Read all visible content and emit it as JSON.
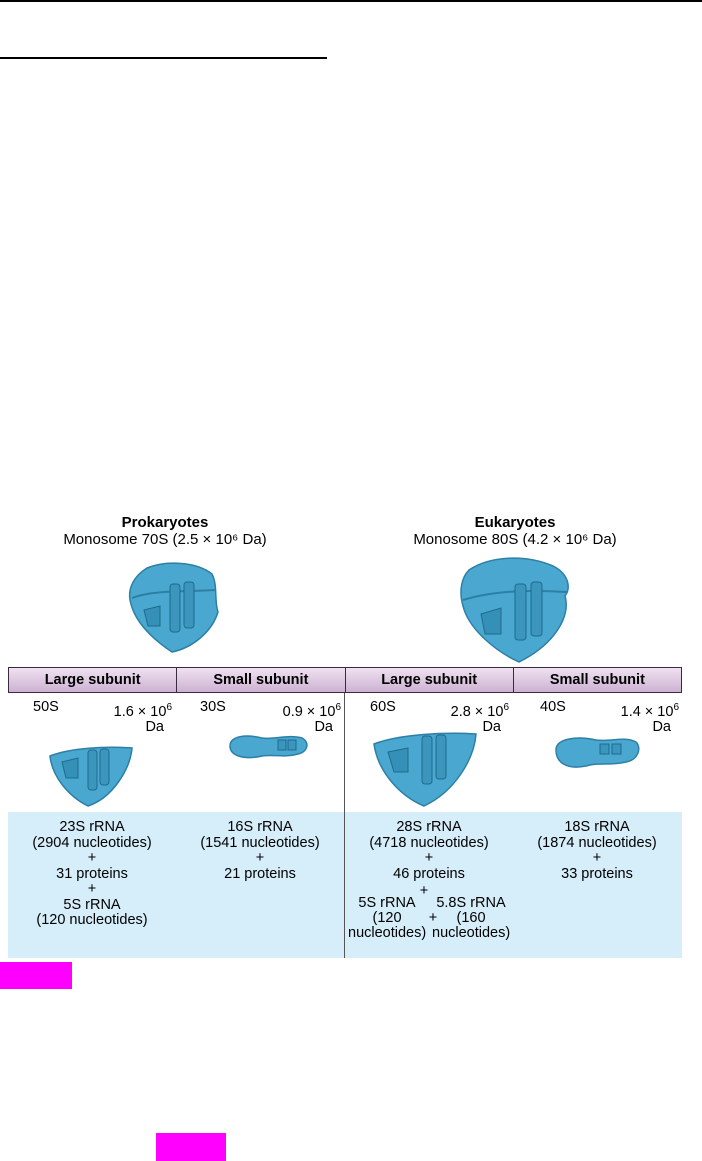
{
  "prokaryotes": {
    "title": "Prokaryotes",
    "subtitle": "Monosome 70S (2.5 × 10⁶ Da)"
  },
  "eukaryotes": {
    "title": "Eukaryotes",
    "subtitle": "Monosome 80S (4.2 × 10⁶ Da)"
  },
  "headers": [
    "Large subunit",
    "Small subunit",
    "Large subunit",
    "Small subunit"
  ],
  "subunits": [
    {
      "s": "50S",
      "mass": "1.6 × 10",
      "exp": "6",
      "unit": "Da"
    },
    {
      "s": "30S",
      "mass": "0.9 × 10",
      "exp": "6",
      "unit": "Da"
    },
    {
      "s": "60S",
      "mass": "2.8 × 10",
      "exp": "6",
      "unit": "Da"
    },
    {
      "s": "40S",
      "mass": "1.4 × 10",
      "exp": "6",
      "unit": "Da"
    }
  ],
  "components": {
    "c1": {
      "l1": "23S rRNA",
      "l2": "(2904 nucleotides)",
      "l3": "+",
      "l4": "31 proteins",
      "l5": "+",
      "l6": "5S rRNA",
      "l7": "(120 nucleotides)"
    },
    "c2": {
      "l1": "16S rRNA",
      "l2": "(1541 nucleotides)",
      "l3": "+",
      "l4": "21 proteins"
    },
    "c3": {
      "l1": "28S rRNA",
      "l2": "(4718 nucleotides)",
      "l3": "+",
      "l4": "46 proteins",
      "plus": "+",
      "a1": "5S rRNA",
      "a2": "(120",
      "a3": "nucleotides)",
      "mid": "+",
      "b1": "5.8S rRNA",
      "b2": "(160",
      "b3": "nucleotides)"
    },
    "c4": {
      "l1": "18S rRNA",
      "l2": "(1874 nucleotides)",
      "l3": "+",
      "l4": "33 proteins"
    }
  },
  "colors": {
    "ribosome": "#4aa8d0",
    "header_bar": "#d9c3dc",
    "panel": "#d6eefa",
    "highlight": "#ff00ff"
  }
}
